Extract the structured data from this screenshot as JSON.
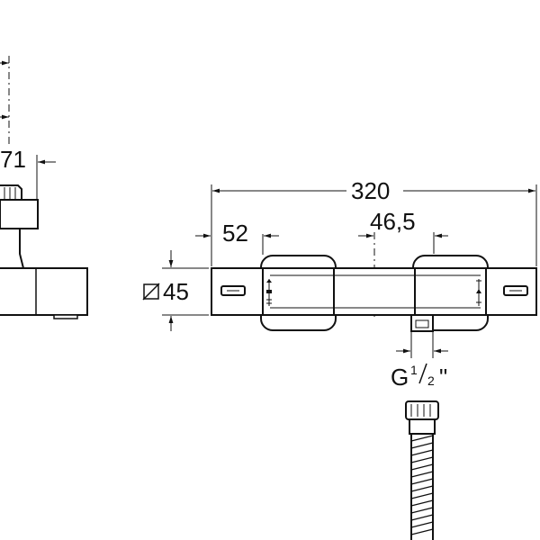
{
  "labels": {
    "dim_71": "71",
    "dim_320": "320",
    "dim_52": "52",
    "dim_46_5": "46,5",
    "dim_45": "45",
    "thread_main": "G",
    "thread_num": "1",
    "thread_den": "2",
    "thread_quote": "\""
  },
  "colors": {
    "ink": "#111111",
    "background": "#ffffff"
  }
}
